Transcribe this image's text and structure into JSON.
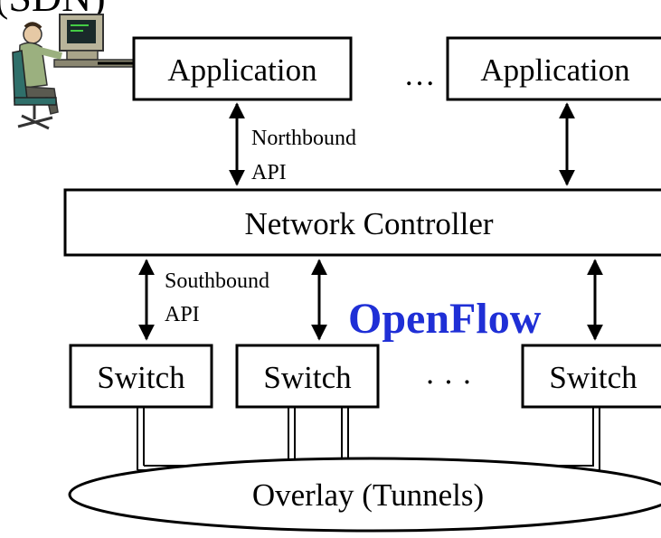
{
  "top_partial_text": "(SDN)",
  "applications": [
    {
      "label": "Application"
    },
    {
      "label": "Application"
    }
  ],
  "app_ellipsis": "…",
  "northbound": {
    "line1": "Northbound",
    "line2": "API"
  },
  "controller": {
    "label": "Network Controller"
  },
  "southbound": {
    "line1": "Southbound",
    "line2": "API"
  },
  "openflow": {
    "label": "OpenFlow",
    "color": "#1f2fd6"
  },
  "switches": [
    {
      "label": "Switch"
    },
    {
      "label": "Switch"
    },
    {
      "label": "Switch"
    }
  ],
  "switch_ellipsis": "· · ·",
  "overlay": {
    "label": "Overlay (Tunnels)"
  }
}
